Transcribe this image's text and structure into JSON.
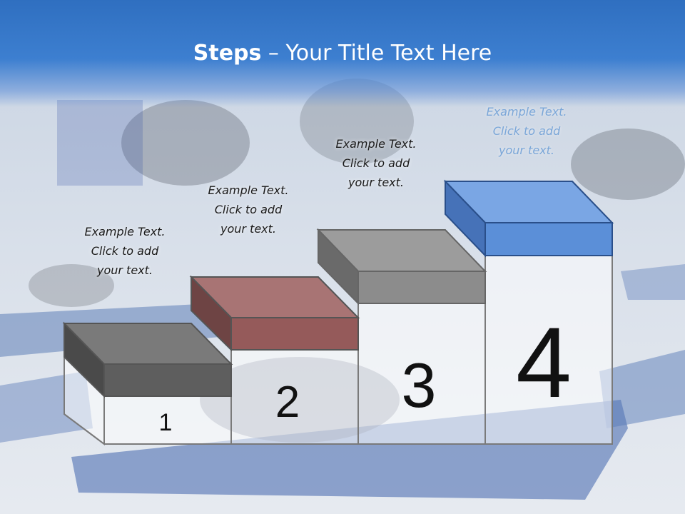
{
  "title": {
    "bold": "Steps",
    "rest": " – Your Title Text Here"
  },
  "steps": [
    {
      "number": "1",
      "caption": [
        "Example Text.",
        "Click  to add",
        "your text."
      ]
    },
    {
      "number": "2",
      "caption": [
        "Example Text.",
        "Click  to add",
        "your text."
      ]
    },
    {
      "number": "3",
      "caption": [
        "Example Text.",
        "Click  to add",
        "your text."
      ]
    },
    {
      "number": "4",
      "caption": [
        "Example Text.",
        "Click  to add",
        "your text."
      ]
    }
  ],
  "colors": {
    "title_band": "#3d7fd0",
    "block1": "#6e6e6e",
    "block2": "#9a5a5a",
    "block3": "#8a8a8a",
    "block4": "#5b8fd8"
  }
}
